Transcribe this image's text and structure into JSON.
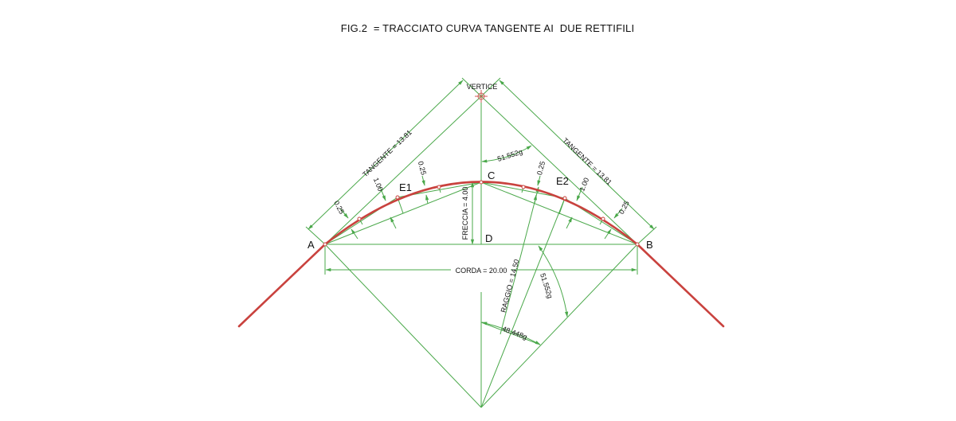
{
  "title": "FIG.2  = TRACCIATO CURVA TANGENTE AI  DUE RETTIFILI",
  "points": {
    "vertice": "VERTICE",
    "a": "A",
    "b": "B",
    "c": "C",
    "d": "D",
    "e1": "E1",
    "e2": "E2"
  },
  "dimensions": {
    "tangent_left": "TANGENTE = 13.81",
    "tangent_right": "TANGENTE = 13.81",
    "chord": "CORDA = 20.00",
    "sagitta": "FRECCIA = 4.00",
    "radius": "RAGGIO = 14.50",
    "angle_vertex": "51.552g",
    "angle_center_right": "51.552g",
    "angle_center": "48.448g",
    "offset_left_a": "0.25",
    "offset_left_e1": "1.00",
    "offset_left_c": "0.25",
    "offset_right_c": "0.25",
    "offset_right_e2": "1.00",
    "offset_right_b": "0.25"
  },
  "colors": {
    "construction": "#4aa84a",
    "curve": "#c9423e",
    "vertex_marker": "#d05a55",
    "text": "#111111"
  }
}
